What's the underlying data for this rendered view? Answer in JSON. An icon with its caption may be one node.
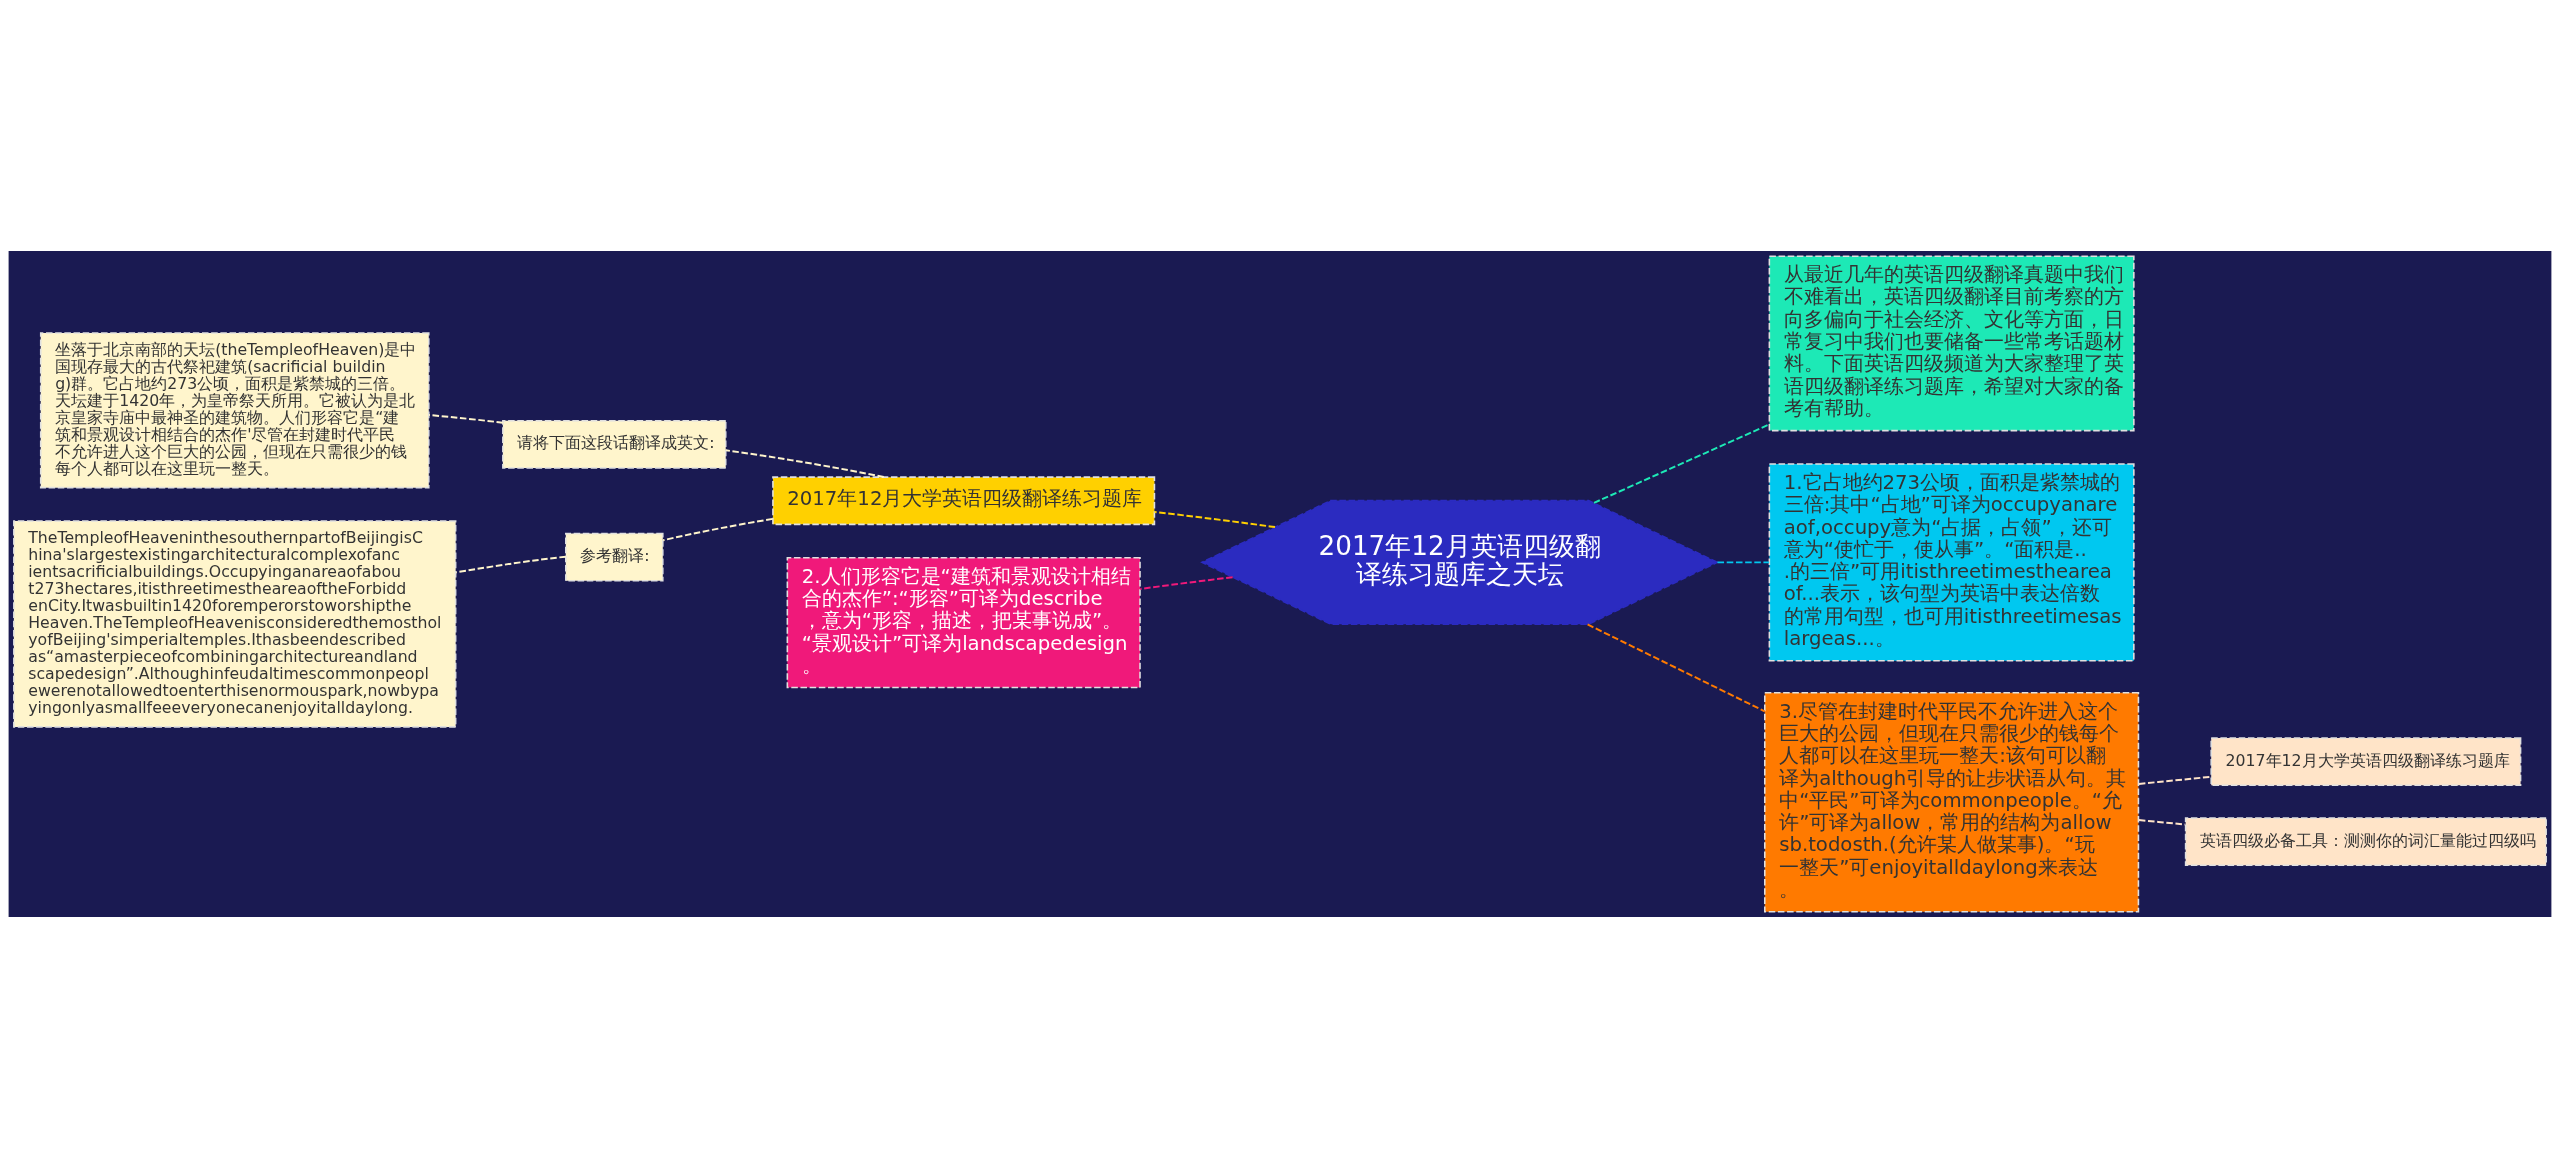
{
  "diagram": {
    "nodes": [
      {
        "text": [
          "2017年12月英语四级翻译练习题库之天坛"
        ]
      },
      {
        "text": [
          "2017年12月大学英语四级翻译练习题库"
        ]
      },
      {
        "text": [
          "请将下面这段话翻译成英文:"
        ]
      },
      {
        "text": [
          "坐落于北京南部的天坛(theTempleofHeaven)是中国现存最大的古代祭祀建筑(sacrificial building)群。它占地约273公顷，面积是紫禁城的三倍。天坛建于1420年，为皇帝祭天所用。它被认为是北京皇家寺庙中最神圣的建筑物。人们形容它是“建筑和景观设计相结合的杰作'尽管在封建时代平民不允许进人这个巨大的公园，但现在只需很少的钱每个人都可以在这里玩一整天。"
        ]
      },
      {
        "text": [
          "参考翻译:"
        ]
      },
      {
        "text": [
          "TheTempleofHeaveninthesouthernpartofBeijingisChina'slargestexistingarchitecturalcomplexofancientsacrificialbuildings.Occupyinganareaofabout273hectares,itisthreetimestheareaoftheForbiddenCity.Itwasbuiltin1420foremperorstoworshiptheHeaven.TheTempleofHeavenisconsideredthemostholyofBeijing'simperialtemples.Ithasbeendescribedas“amasterpieceofcombiningarchitectureandlandscapedesign”.Althoughinfeudaltimescommonpeoplewerenotallowedtoenterthisenormouspark,nowbypayingonlyasmallfeeeveryonecanenjoyitalldaylong."
        ]
      },
      {
        "text": [
          "2.人们形容它是“建筑和景观设计相结合的杰作”:“形容”可译为describe，意为“形容，描述，把某事说成”。“景观设计”可译为landscapedesign。"
        ]
      },
      {
        "text": [
          "从最近几年的英语四级翻译真题中我们不难看出，英语四级翻译目前考察的方向多偏向于社会经济、文化等方面，日常复习中我们也要储备一些常考话题材料。下面英语四级频道为大家整理了英语四级翻译练习题库，希望对大家的备考有帮助。"
        ]
      },
      {
        "text": [
          "1.它占地约273公顷，面积是紫禁城的三倍:其中“占地”可译为occupyanareaof,occupy意为“占据，占领”，还可意为“使忙于，使从事”。“面积是...的三倍”可用itisthreetimestheareaof...表示，该句型为英语中表达倍数的常用句型，也可用itisthreetimesaslargeas...。"
        ]
      },
      {
        "text": [
          "3.尽管在封建时代平民不允许进入这个巨大的公园，但现在只需很少的钱每个人都可以在这里玩一整天:该句可以翻译为although引导的让步状语从句。其中“平民”可译为commonpeople。“允许”可译为allow，常用的结构为allowsb.todosth.(允许某人做某事)。“玩一整天”可enjoyitalldaylong来表达。"
        ]
      },
      {
        "text": [
          "2017年12月大学英语四级翻译练习题库"
        ]
      },
      {
        "text": [
          "英语四级必备工具：测测你的词汇量能过四级吗"
        ]
      }
    ],
    "edges": [
      {
        "from": 0,
        "to": 1,
        "arrow": "none",
        "style": "dashed",
        "color": "#ffd000"
      },
      {
        "from": 1,
        "to": 2,
        "arrow": "none",
        "style": "dashed",
        "color": "#fff5cc"
      },
      {
        "from": 2,
        "to": 3,
        "arrow": "none",
        "style": "dashed",
        "color": "#fff5cc"
      },
      {
        "from": 1,
        "to": 4,
        "arrow": "none",
        "style": "dashed",
        "color": "#fff5cc"
      },
      {
        "from": 4,
        "to": 5,
        "arrow": "none",
        "style": "dashed",
        "color": "#fff5cc"
      },
      {
        "from": 0,
        "to": 6,
        "arrow": "none",
        "style": "dashed",
        "color": "#f0197a"
      },
      {
        "from": 0,
        "to": 7,
        "arrow": "none",
        "style": "dashed",
        "color": "#1de9b6"
      },
      {
        "from": 0,
        "to": 8,
        "arrow": "none",
        "style": "dashed",
        "color": "#00c8f0"
      },
      {
        "from": 0,
        "to": 9,
        "arrow": "none",
        "style": "dashed",
        "color": "#ff7a00"
      },
      {
        "from": 9,
        "to": 10,
        "arrow": "none",
        "style": "dashed",
        "color": "#ffe4c8"
      },
      {
        "from": 9,
        "to": 11,
        "arrow": "none",
        "style": "dashed",
        "color": "#ffe4c8"
      }
    ]
  }
}
